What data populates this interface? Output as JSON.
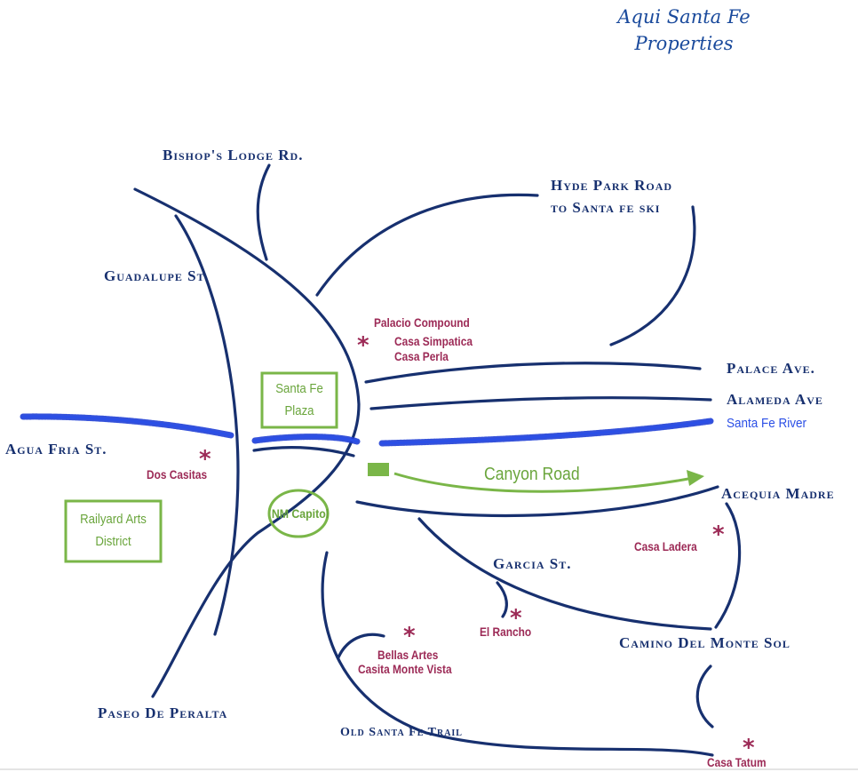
{
  "title": {
    "line1": "Aqui Santa Fe",
    "line2": "Properties"
  },
  "roads": {
    "bishops_lodge": "Bishop's Lodge Rd.",
    "hyde_park_line1": "Hyde Park Road",
    "hyde_park_line2": "to Santa fe ski",
    "guadalupe": "Guadalupe St",
    "palace": "Palace Ave.",
    "alameda": "Alameda Ave",
    "agua_fria": "Agua Fria St.",
    "acequia_madre": "Acequia Madre",
    "garcia": "Garcia St.",
    "camino_del_monte_sol": "Camino Del Monte Sol",
    "paseo_de_peralta": "Paseo De Peralta",
    "old_santa_fe_trail": "Old Santa Fe Trail"
  },
  "river": {
    "label": "Santa Fe River",
    "color": "#2b4fe6"
  },
  "canyon_road": {
    "label": "Canyon Road",
    "color": "#7ab648"
  },
  "landmarks": {
    "plaza_line1": "Santa Fe",
    "plaza_line2": "Plaza",
    "capitol": "NM Capitol",
    "railyard_line1": "Railyard Arts",
    "railyard_line2": "District"
  },
  "properties": {
    "palacio_compound": "Palacio Compound",
    "casa_simpatica": "Casa Simpatica",
    "casa_perla": "Casa Perla",
    "dos_casitas": "Dos Casitas",
    "casa_ladera": "Casa Ladera",
    "el_rancho": "El Rancho",
    "bellas_artes": "Bellas Artes",
    "casita_monte_vista": "Casita Monte Vista",
    "casa_tatum": "Casa Tatum"
  },
  "marker_symbol": "*",
  "colors": {
    "road": "#17306f",
    "property": "#9c2a56",
    "landmark": "#7ab648",
    "title": "#1a4a9c"
  }
}
